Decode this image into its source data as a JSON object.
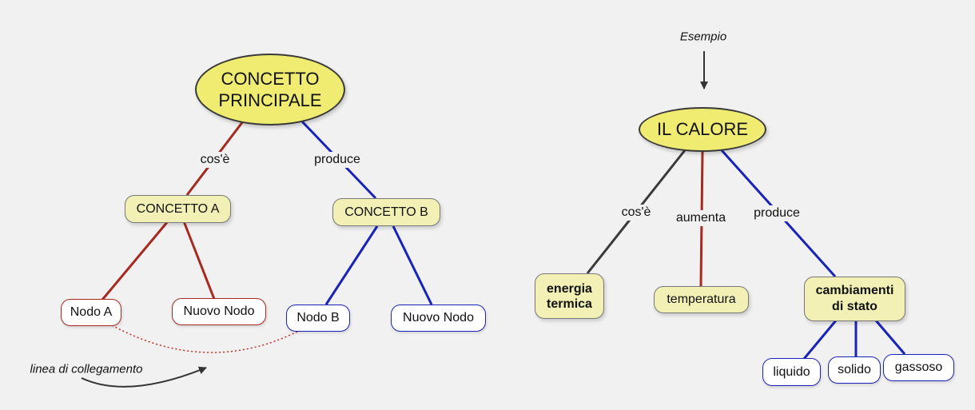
{
  "left_map": {
    "main": "CONCETTO PRINCIPALE",
    "link_a": "cos'è",
    "link_b": "produce",
    "concept_a": "CONCETTO A",
    "concept_b": "CONCETTO B",
    "node_a": "Nodo A",
    "new_node_a": "Nuovo Nodo",
    "node_b": "Nodo B",
    "new_node_b": "Nuovo Nodo",
    "connection_label": "linea di collegamento"
  },
  "right_map": {
    "example_label": "Esempio",
    "main": "IL CALORE",
    "link_cose": "cos'è",
    "link_aumenta": "aumenta",
    "link_produce": "produce",
    "energia": "energia termica",
    "temperatura": "temperatura",
    "cambiamenti": "cambiamenti di stato",
    "liquido": "liquido",
    "solido": "solido",
    "gassoso": "gassoso"
  },
  "colors": {
    "background": "#f1f1f1",
    "main_fill": "#f0ec72",
    "concept_fill": "#f2f0b4",
    "red_link": "#a52a1f",
    "blue_link": "#1a23b8",
    "dark_link": "#3a3a3a",
    "dotted_link": "#cc2a1f"
  }
}
